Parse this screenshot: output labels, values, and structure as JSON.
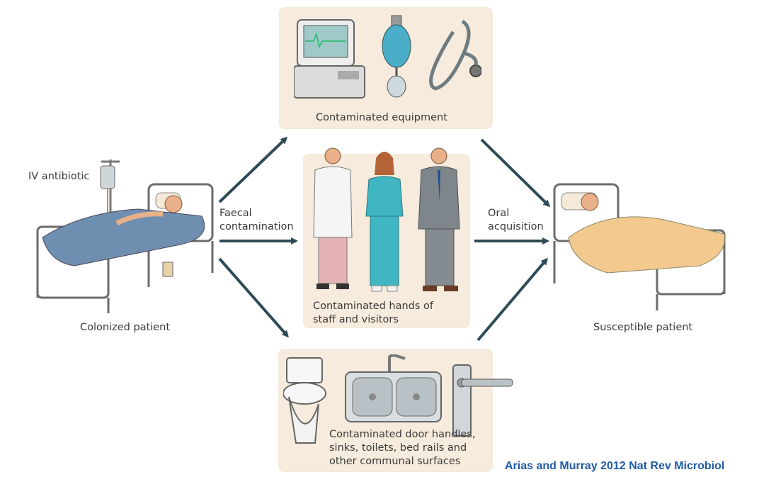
{
  "labels": {
    "iv_antibiotic": "IV antibiotic",
    "faecal_line1": "Faecal",
    "faecal_line2": "contamination",
    "oral_line1": "Oral",
    "oral_line2": "acquisition",
    "colonized": "Colonized patient",
    "susceptible": "Susceptible patient",
    "equipment": "Contaminated equipment",
    "hands_line1": "Contaminated hands of",
    "hands_line2": "staff and visitors",
    "surfaces_line1": "Contaminated door handles,",
    "surfaces_line2": "sinks, toilets, bed rails and",
    "surfaces_line3": "other communal surfaces"
  },
  "citation": "Arias and Murray 2012 Nat Rev Microbiol",
  "colors": {
    "panel": "#f6ebdc",
    "arrow": "#2e4a55",
    "citation": "#1f5aa6",
    "blanket_colonized": "#6f8fb0",
    "blanket_susceptible": "#f3c98f",
    "scrubs": "#3fb6c2"
  },
  "icons": [
    "monitor-icon",
    "ventilation-bag-icon",
    "stethoscope-icon",
    "doctor-figure",
    "nurse-figure",
    "visitor-figure",
    "toilet-icon",
    "sink-icon",
    "door-handle-icon",
    "hospital-bed-icon",
    "iv-drip-icon"
  ]
}
